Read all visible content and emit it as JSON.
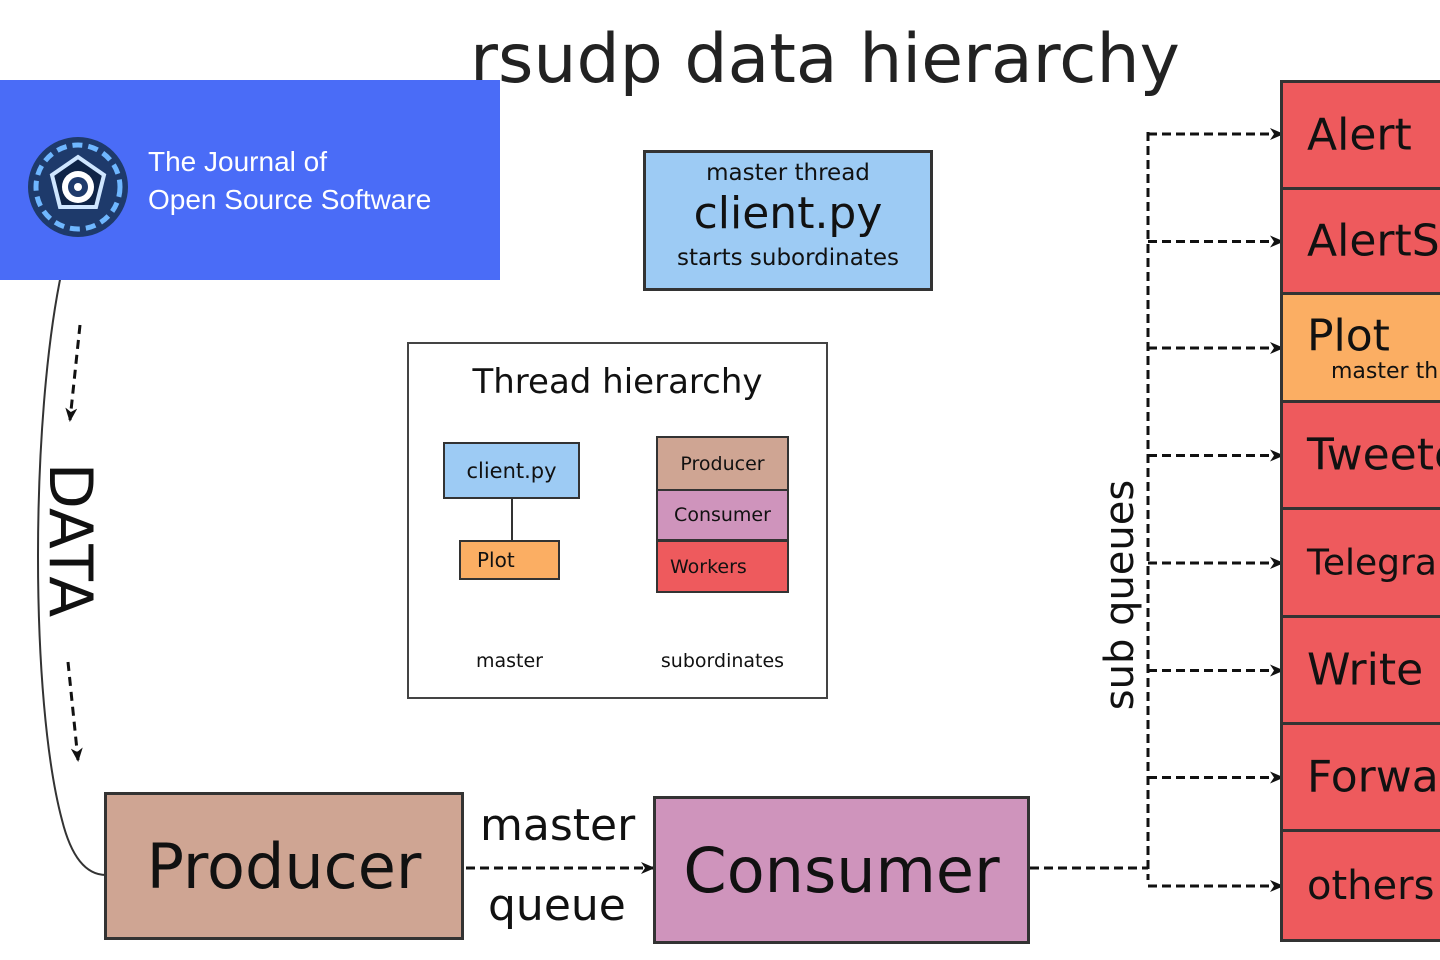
{
  "title": "rsudp data hierarchy",
  "banner": {
    "line1": "The Journal of",
    "line2": "Open Source Software",
    "background": "#4a6cf7",
    "icon": "joss-logo-icon"
  },
  "master_thread": {
    "small": "master thread",
    "name": "client.py",
    "subtitle": "starts subordinates",
    "color": "#9dcbf4"
  },
  "thread_hierarchy": {
    "title": "Thread hierarchy",
    "master_nodes": [
      "client.py",
      "Plot"
    ],
    "subordinate_nodes": [
      "Producer",
      "Consumer",
      "Workers"
    ],
    "master_label": "master",
    "subordinates_label": "subordinates"
  },
  "data_label": "DATA",
  "producer": "Producer",
  "consumer": "Consumer",
  "master_queue": {
    "top": "master",
    "bottom": "queue"
  },
  "sub_queues_label": "sub queues",
  "workers": [
    {
      "label": "Alert",
      "color": "#ee5a5d"
    },
    {
      "label": "AlertSound",
      "color": "#ee5a5d"
    },
    {
      "label": "Plot",
      "sub": "master thread",
      "color": "#fbae63"
    },
    {
      "label": "Tweeter",
      "color": "#ee5a5d"
    },
    {
      "label": "Telegram",
      "color": "#ee5a5d"
    },
    {
      "label": "Write",
      "color": "#ee5a5d"
    },
    {
      "label": "Forward",
      "color": "#ee5a5d"
    },
    {
      "label": "others",
      "color": "#ee5a5d"
    }
  ]
}
